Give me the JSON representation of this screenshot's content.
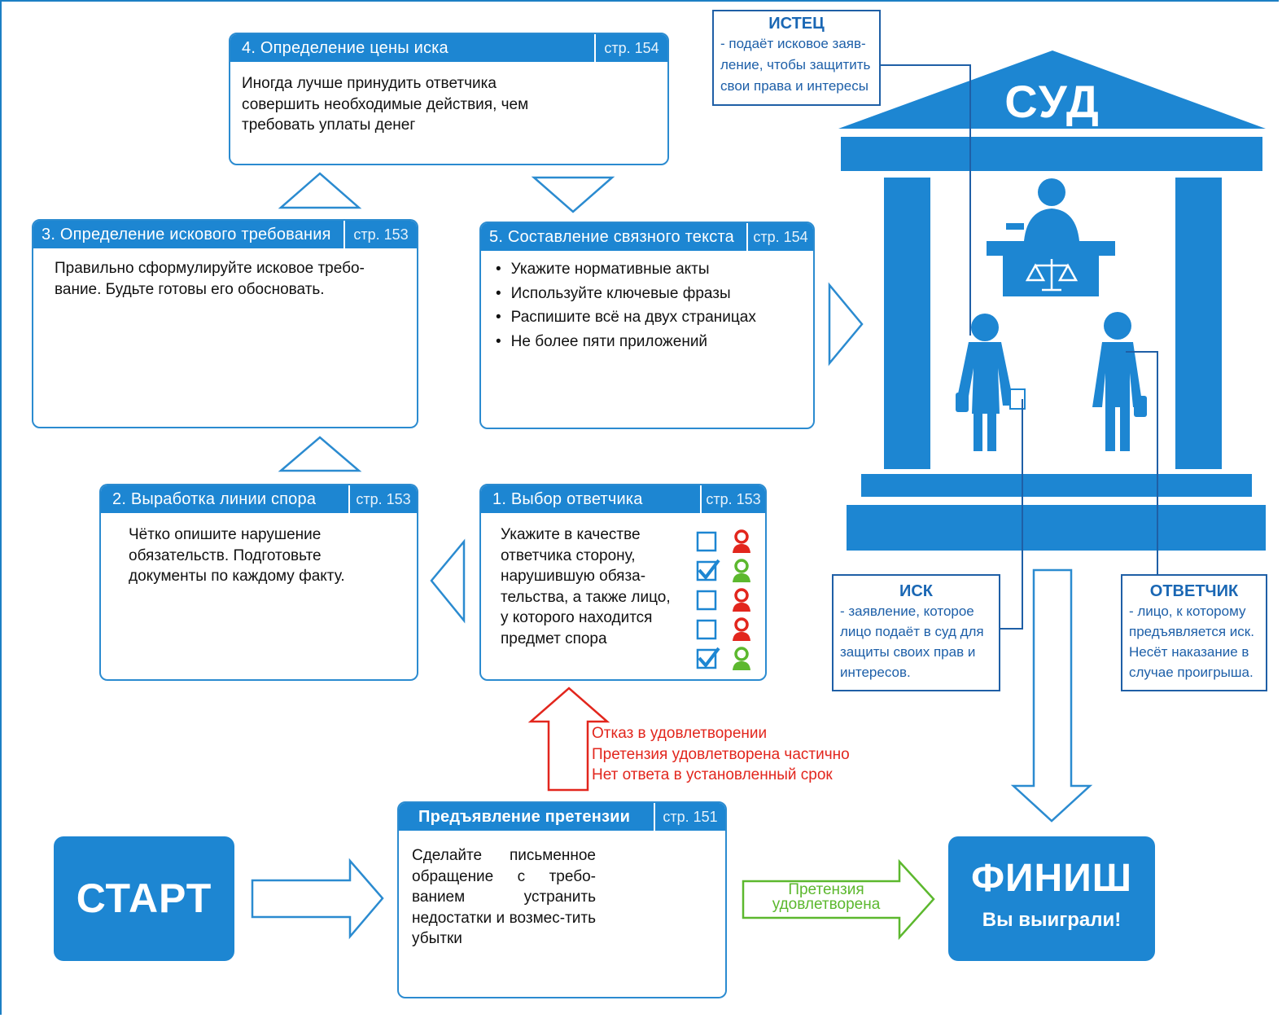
{
  "start": {
    "label": "СТАРТ"
  },
  "finish": {
    "title": "ФИНИШ",
    "subtitle": "Вы выиграли!"
  },
  "court": {
    "label": "СУД"
  },
  "cards": {
    "claim_price": {
      "title": "4. Определение цены иска",
      "page": "стр. 154",
      "text": "Иногда лучше принудить ответчика совершить необходимые действия, чем требовать уплаты денег"
    },
    "requirement": {
      "title": "3. Определение искового требования",
      "page": "стр. 153",
      "text": "Правильно сформулируйте исковое требо-вание. Будьте готовы его обосновать."
    },
    "coherent_text": {
      "title": "5. Составление связного текста",
      "page": "стр. 154",
      "items": [
        "Укажите нормативные акты",
        "Используйте ключевые фразы",
        "Распишите всё на двух страницах",
        "Не более пяти приложений"
      ]
    },
    "dispute_line": {
      "title": "2. Выработка линии спора",
      "page": "стр. 153",
      "text": "Чётко опишите нарушение обязательств. Подготовьте документы по каждому факту."
    },
    "respondent_choice": {
      "title": "1. Выбор ответчика",
      "page": "стр. 153",
      "text": "Укажите в качестве ответчика сторону, нарушившую обяза-тельства, а также лицо, у которого находится предмет спора"
    },
    "claim": {
      "title": "Предъявление претензии",
      "page": "стр. 151",
      "text": "Сделайте письменное обращение с требо-ванием устранить недостатки и возмес-тить убытки"
    }
  },
  "definitions": {
    "plaintiff": {
      "title": "ИСТЕЦ",
      "text": "- подаёт исковое заяв-ление, чтобы защитить свои права и интересы"
    },
    "lawsuit": {
      "title": "ИСК",
      "text": "- заявление, которое лицо подаёт в суд для защиты своих прав и интересов."
    },
    "defendant": {
      "title": "ОТВЕТЧИК",
      "text": "- лицо, к которому предъявляется иск. Несёт наказание в случае проигрыша."
    }
  },
  "rejection_reasons": [
    "Отказ в удовлетворении",
    "Претензия удовлетворена частично",
    "Нет ответа в установленный срок"
  ],
  "satisfied_label": "Претензия удовлетворена",
  "colors": {
    "primary": "#1d86d2",
    "dark": "#1f5fa6",
    "red": "#e2261d",
    "green": "#5cb82e"
  },
  "checklist": [
    false,
    true,
    false,
    false,
    true
  ]
}
